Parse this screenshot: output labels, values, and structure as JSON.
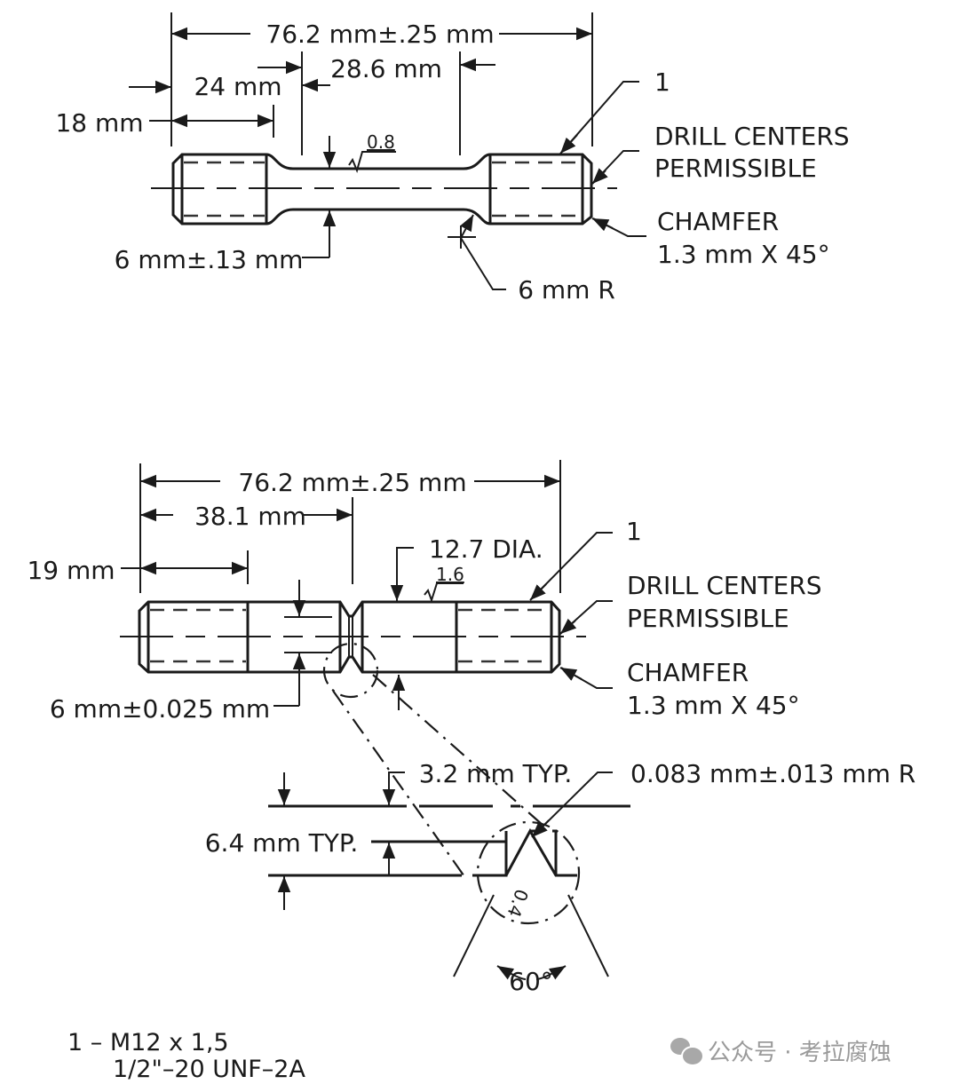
{
  "figure": {
    "type": "engineering drawing",
    "subject": "threaded tensile specimens (smooth and notched)"
  },
  "top_specimen": {
    "overall_length": "76.2 mm±.25 mm",
    "reduced_section_length": "28.6 mm",
    "grip_length": "24 mm",
    "thread_length": "18 mm",
    "gauge_diameter": "6 mm±.13 mm",
    "fillet_radius": "6 mm R",
    "surface_finish": "0.8",
    "thread_callout": "1",
    "drill_centers_line1": "DRILL CENTERS",
    "drill_centers_line2": "PERMISSIBLE",
    "chamfer_line1": "CHAMFER",
    "chamfer_line2": "1.3 mm X 45°"
  },
  "bottom_specimen": {
    "overall_length": "76.2 mm±.25 mm",
    "notch_location": "38.1 mm",
    "thread_length": "19 mm",
    "body_diameter": "12.7 DIA.",
    "surface_finish": "1.6",
    "notch_root_diameter": "6 mm±0.025 mm",
    "thread_callout": "1",
    "drill_centers_line1": "DRILL CENTERS",
    "drill_centers_line2": "PERMISSIBLE",
    "chamfer_line1": "CHAMFER",
    "chamfer_line2": "1.3 mm X 45°"
  },
  "notch_detail": {
    "notch_width": "3.2 mm TYP.",
    "notch_depth": "6.4 mm TYP.",
    "root_radius": "0.083 mm±.013 mm R",
    "notch_angle": "60°",
    "surface_finish": "0.4"
  },
  "thread_note": {
    "line1": "1 – M12 x 1,5",
    "line2": "1/2\"–20 UNF–2A"
  },
  "watermark": {
    "icon": "wechat-icon",
    "text": "公众号 · 考拉腐蚀"
  }
}
